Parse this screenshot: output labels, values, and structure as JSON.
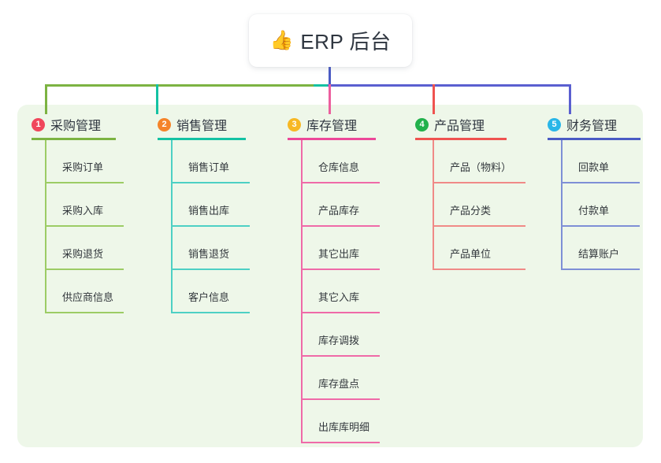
{
  "root": {
    "icon": "thumbs-up-icon",
    "emoji": "👍",
    "title": "ERP 后台",
    "trunk_color": "#4a5bc4"
  },
  "panel": {
    "background": "#eef7e9"
  },
  "connector_bar": {
    "segments": [
      {
        "name": "segment-green",
        "color": "#7cb342"
      },
      {
        "name": "segment-teal",
        "color": "#14c2a3"
      },
      {
        "name": "segment-blue",
        "color": "#5a5fd0"
      }
    ]
  },
  "columns": [
    {
      "number": "1",
      "title": "采购管理",
      "badge_color": "#f0475c",
      "line_color": "#7cb342",
      "leaf_color": "#9ccc65",
      "items": [
        "采购订单",
        "采购入库",
        "采购退货",
        "供应商信息"
      ]
    },
    {
      "number": "2",
      "title": "销售管理",
      "badge_color": "#f5842a",
      "line_color": "#14c2a3",
      "leaf_color": "#4dd0c4",
      "items": [
        "销售订单",
        "销售出库",
        "销售退货",
        "客户信息"
      ]
    },
    {
      "number": "3",
      "title": "库存管理",
      "badge_color": "#f7b824",
      "line_color": "#ec4899",
      "leaf_color": "#ef6aa8",
      "items": [
        "仓库信息",
        "产品库存",
        "其它出库",
        "其它入库",
        "库存调拨",
        "库存盘点",
        "出库库明细"
      ]
    },
    {
      "number": "4",
      "title": "产品管理",
      "badge_color": "#22b14c",
      "line_color": "#ef5350",
      "leaf_color": "#f08a87",
      "items": [
        "产品（物料）",
        "产品分类",
        "产品单位"
      ]
    },
    {
      "number": "5",
      "title": "财务管理",
      "badge_color": "#29b6e8",
      "line_color": "#4a5bc4",
      "leaf_color": "#7e8fd6",
      "items": [
        "回款单",
        "付款单",
        "结算账户"
      ]
    }
  ]
}
